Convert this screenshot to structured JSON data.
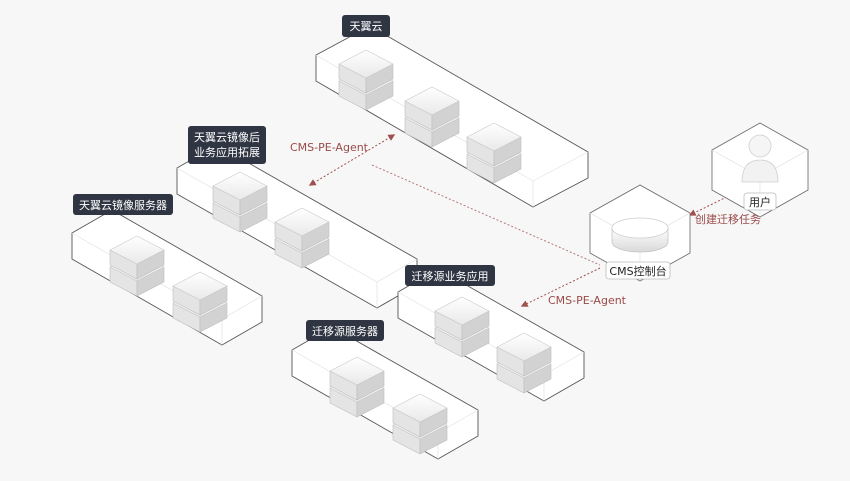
{
  "groups": {
    "cloud": "天翼云",
    "extension_line1": "天翼云镜像后",
    "extension_line2": "业务应用拓展",
    "mirror_servers": "天翼云镜像服务器",
    "source_apps": "迁移源业务应用",
    "source_servers": "迁移源服务器"
  },
  "nodes": {
    "console": "CMS控制台",
    "user": "用户"
  },
  "arrows": {
    "agent_upper": "CMS-PE-Agent",
    "agent_lower": "CMS-PE-Agent",
    "task": "创建迁移任务"
  },
  "colors": {
    "tag_bg": "#2f3542",
    "arrow": "#a0504c",
    "box_stroke": "#555555"
  }
}
